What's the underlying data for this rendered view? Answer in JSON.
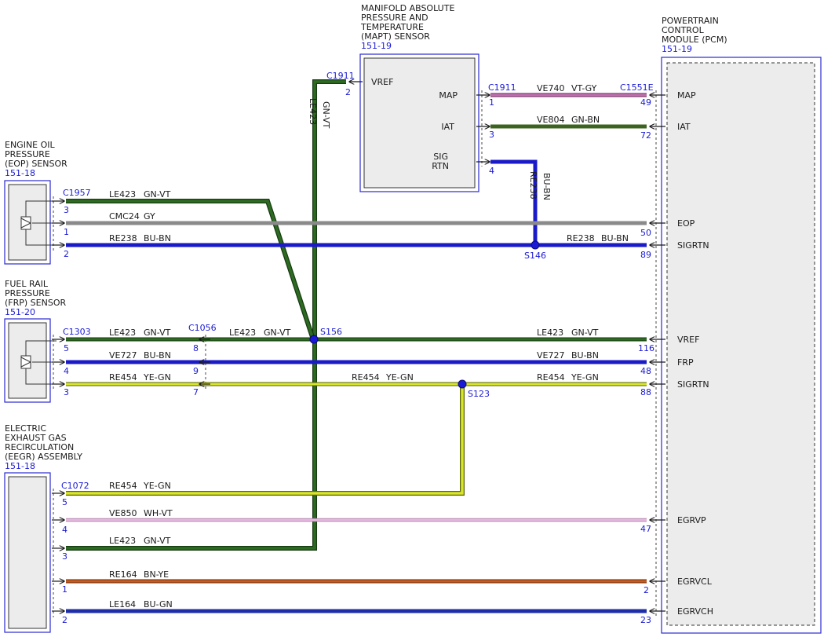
{
  "colors": {
    "GN-VT": "#2e6b22",
    "GY": "#8a8a8a",
    "BU-BN": "#1a1ac8",
    "VT-GY": "#c070b0",
    "GN-BN": "#3c6420",
    "YE-GN": "#d8e62a",
    "WH-VT": "#e8b8e0",
    "BN-YE": "#c85a1e",
    "BU-GN": "#1e2ea8",
    "ink": "#1a1a1a",
    "ref": "#1a1ad6",
    "box_fill": "#ececec"
  },
  "components": {
    "mapt": {
      "lines": [
        "MANIFOLD ABSOLUTE",
        "PRESSURE AND",
        "TEMPERATURE",
        "(MAPT) SENSOR"
      ],
      "ref": "151-19",
      "pins": {
        "vref": "VREF",
        "map": "MAP",
        "iat": "IAT",
        "sig": "SIG",
        "rtn": "RTN"
      }
    },
    "pcm": {
      "lines": [
        "POWERTRAIN",
        "CONTROL",
        "MODULE (PCM)"
      ],
      "ref": "151-19",
      "pins": [
        "MAP",
        "IAT",
        "EOP",
        "SIGRTN",
        "VREF",
        "FRP",
        "SIGRTN",
        "EGRVP",
        "EGRVCL",
        "EGRVCH"
      ]
    },
    "eop": {
      "lines": [
        "ENGINE OIL",
        "PRESSURE",
        "(EOP) SENSOR"
      ],
      "ref": "151-18"
    },
    "frp": {
      "lines": [
        "FUEL RAIL",
        "PRESSURE",
        "(FRP) SENSOR"
      ],
      "ref": "151-20"
    },
    "eegr": {
      "lines": [
        "ELECTRIC",
        "EXHAUST GAS",
        "RECIRCULATION",
        "(EEGR) ASSEMBLY"
      ],
      "ref": "151-18"
    }
  },
  "connectors": {
    "c1911": "C1911",
    "c1551e": "C1551E",
    "c1957": "C1957",
    "c1303": "C1303",
    "c1056": "C1056",
    "c1072": "C1072"
  },
  "splices": {
    "s146": "S146",
    "s156": "S156",
    "s123": "S123"
  },
  "pin_numbers": {
    "c1911_vref": "2",
    "mapt_map": "1",
    "mapt_iat": "3",
    "mapt_sig": "4",
    "pcm_map": "49",
    "pcm_iat": "72",
    "pcm_eop": "50",
    "pcm_sigrtn1": "89",
    "pcm_vref": "116",
    "pcm_frp": "48",
    "pcm_sigrtn2": "88",
    "pcm_egrvp": "47",
    "pcm_egrvcl": "2",
    "pcm_egrvch": "23",
    "eop_3": "3",
    "eop_1": "1",
    "eop_2": "2",
    "frp_5": "5",
    "frp_4": "4",
    "frp_3": "3",
    "c1056_8": "8",
    "c1056_9": "9",
    "c1056_7": "7",
    "eegr_5": "5",
    "eegr_4": "4",
    "eegr_3": "3",
    "eegr_1": "1",
    "eegr_2": "2"
  },
  "wires": {
    "ve740": {
      "circuit": "VE740",
      "color": "VT-GY"
    },
    "ve804": {
      "circuit": "VE804",
      "color": "GN-BN"
    },
    "le423_vert": {
      "circuit": "LE423",
      "color": "GN-VT"
    },
    "re238_vert": {
      "circuit": "RE238",
      "color": "BU-BN"
    },
    "le423_eop": {
      "circuit": "LE423",
      "color": "GN-VT"
    },
    "cmc24": {
      "circuit": "CMC24",
      "color": "GY"
    },
    "re238_eop": {
      "circuit": "RE238",
      "color": "BU-BN"
    },
    "re238_pcm": {
      "circuit": "RE238",
      "color": "BU-BN"
    },
    "le423_frp": {
      "circuit": "LE423",
      "color": "GN-VT"
    },
    "le423_mid": {
      "circuit": "LE423",
      "color": "GN-VT"
    },
    "le423_pcm": {
      "circuit": "LE423",
      "color": "GN-VT"
    },
    "ve727_frp": {
      "circuit": "VE727",
      "color": "BU-BN"
    },
    "ve727_pcm": {
      "circuit": "VE727",
      "color": "BU-BN"
    },
    "re454_frp": {
      "circuit": "RE454",
      "color": "YE-GN"
    },
    "re454_mid": {
      "circuit": "RE454",
      "color": "YE-GN"
    },
    "re454_pcm": {
      "circuit": "RE454",
      "color": "YE-GN"
    },
    "re454_eegr": {
      "circuit": "RE454",
      "color": "YE-GN"
    },
    "ve850": {
      "circuit": "VE850",
      "color": "WH-VT"
    },
    "le423_eegr": {
      "circuit": "LE423",
      "color": "GN-VT"
    },
    "re164": {
      "circuit": "RE164",
      "color": "BN-YE"
    },
    "le164": {
      "circuit": "LE164",
      "color": "BU-GN"
    }
  }
}
